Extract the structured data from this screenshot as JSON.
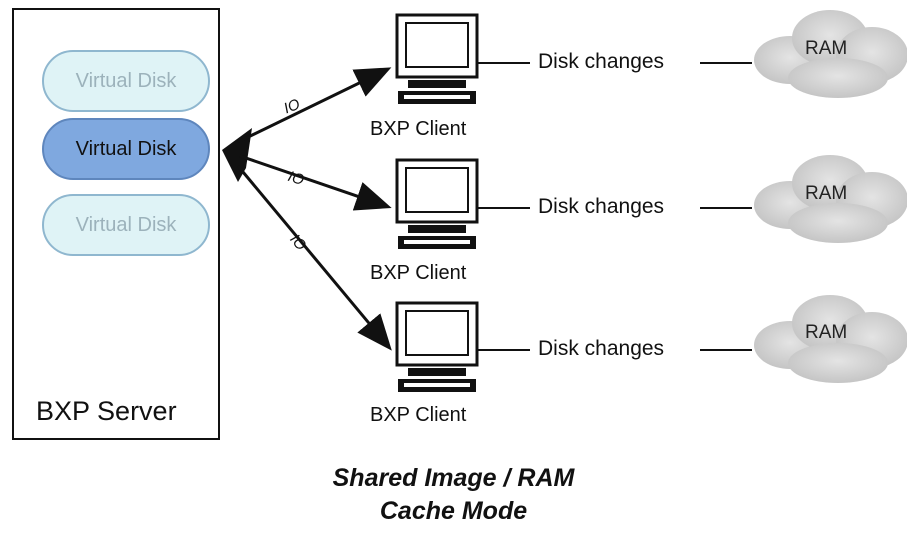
{
  "server": {
    "label": "BXP Server",
    "disks": [
      {
        "label": "Virtual Disk",
        "state": "inactive"
      },
      {
        "label": "Virtual Disk",
        "state": "active"
      },
      {
        "label": "Virtual Disk",
        "state": "inactive"
      }
    ]
  },
  "clients": [
    {
      "label": "BXP Client",
      "link": "Disk changes",
      "cache": "RAM",
      "io": "IO"
    },
    {
      "label": "BXP Client",
      "link": "Disk changes",
      "cache": "RAM",
      "io": "IO"
    },
    {
      "label": "BXP Client",
      "link": "Disk changes",
      "cache": "RAM",
      "io": "IO"
    }
  ],
  "caption": {
    "line1": "Shared Image / RAM",
    "line2": "Cache Mode"
  },
  "colors": {
    "active_disk": "#7fa8df",
    "inactive_disk": "#dff3f6",
    "cloud": "#d2d2d2"
  }
}
